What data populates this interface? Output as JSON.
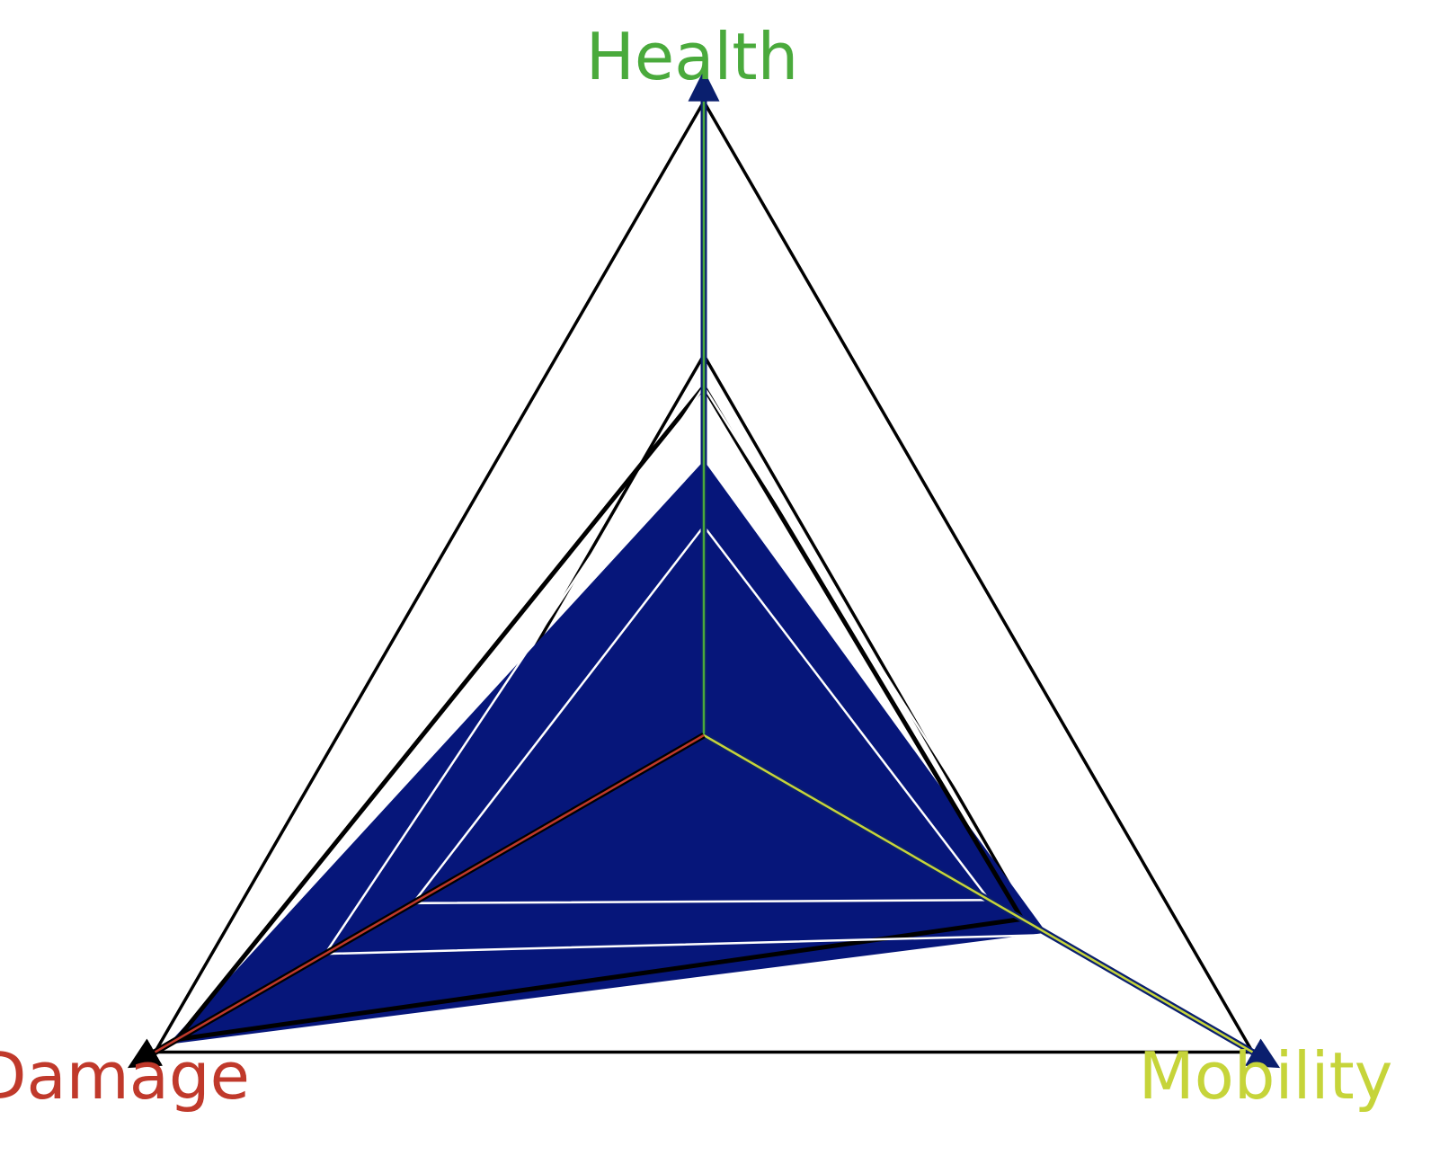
{
  "chart_data": {
    "type": "radar",
    "axes": [
      "Health",
      "Mobility",
      "Damage"
    ],
    "range": [
      0,
      1
    ],
    "grid_levels": [
      0.6,
      1.0
    ],
    "series": [
      {
        "values": [
          0.43,
          0.62,
          0.97
        ],
        "color": "#06167a",
        "filled": true
      },
      {
        "values": [
          0.55,
          0.58,
          0.96
        ],
        "color": "#000000",
        "filled": false
      },
      {
        "values": [
          0.55,
          0.63,
          0.69
        ],
        "color": "#ffffff",
        "filled": false
      },
      {
        "values": [
          0.33,
          0.52,
          0.53
        ],
        "color": "#ffffff",
        "filled": false
      }
    ]
  },
  "colors": {
    "health": "#4aaa3c",
    "mobility": "#c6d43a",
    "damage": "#c0392b",
    "fill": "#06167a",
    "grid": "#000000",
    "arrow": "#0a1f6e"
  }
}
